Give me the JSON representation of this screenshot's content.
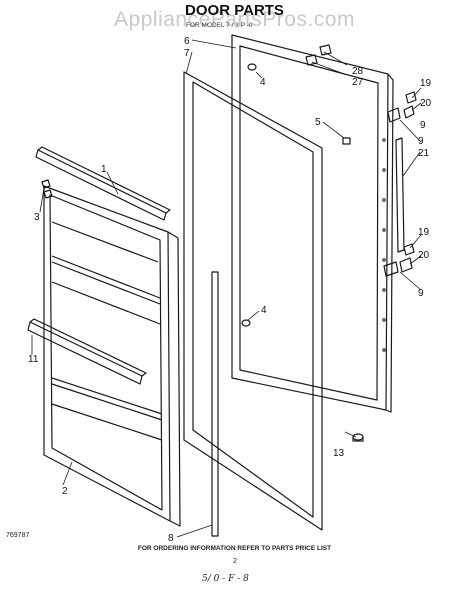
{
  "watermark": "AppliancePartsPros.com",
  "title": "DOOR PARTS",
  "subtitle": "FOR MODEL 7 / 3  P  -0",
  "callouts": {
    "c1": "1",
    "c2": "2",
    "c3": "3",
    "c4a": "4",
    "c4b": "4",
    "c5": "5",
    "c6": "6",
    "c7": "7",
    "c8": "8",
    "c9a": "9",
    "c9b": "9",
    "c11": "11",
    "c13": "13",
    "c19a": "19",
    "c19b": "19",
    "c20a": "20",
    "c20b": "20",
    "c21": "21",
    "c27": "27",
    "c28": "28"
  },
  "footer": "FOR ORDERING INFORMATION REFER TO PARTS PRICE LIST",
  "page_number": "2",
  "doc_number": "769787",
  "handwritten_note": "5/ 0 - F - 8"
}
